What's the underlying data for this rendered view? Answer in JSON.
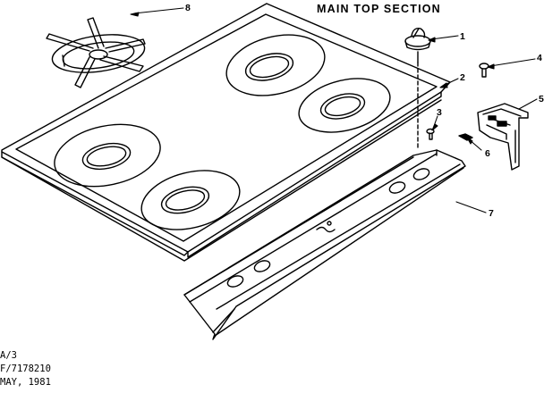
{
  "title": "MAIN TOP SECTION",
  "callouts": {
    "c1": "1",
    "c2": "2",
    "c3": "3",
    "c4": "4",
    "c5": "5",
    "c6": "6",
    "c7": "7",
    "c8": "8"
  },
  "footer": {
    "line1": "A/3",
    "line2": "F/7178210",
    "line3": "MAY, 1981"
  }
}
